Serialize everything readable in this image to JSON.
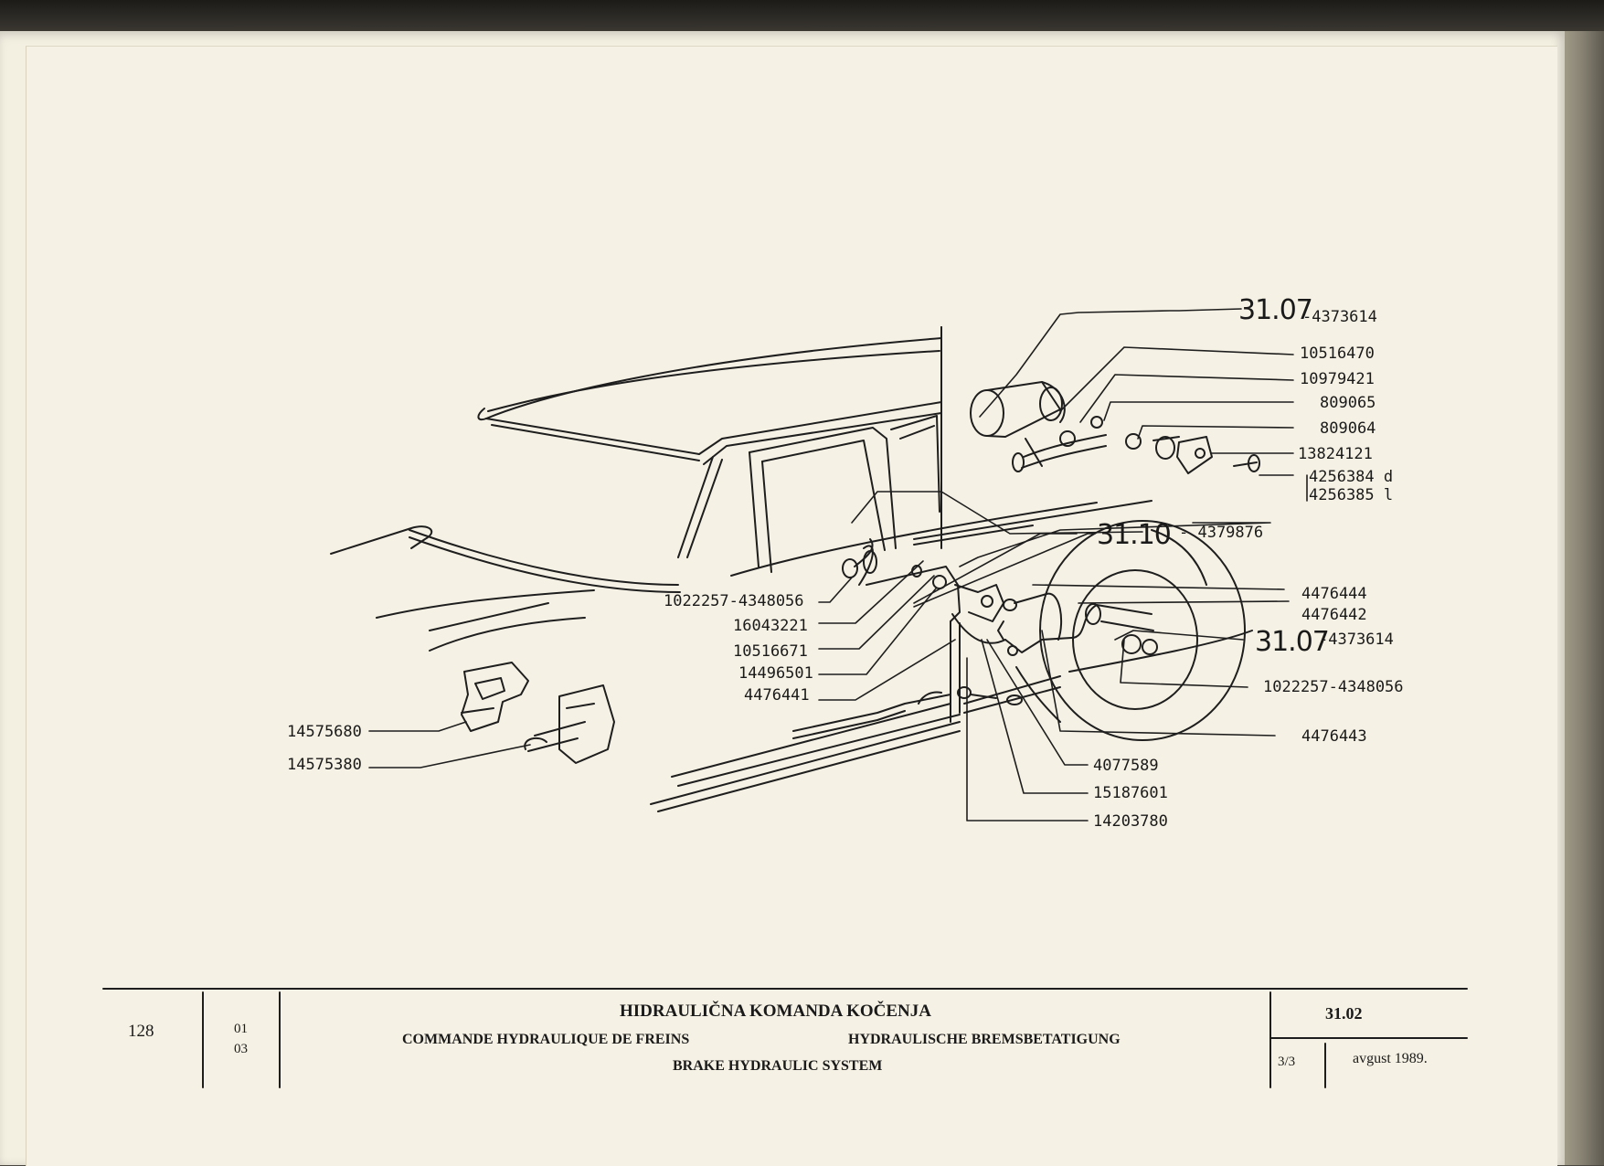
{
  "callouts": {
    "ref_top": "31.07",
    "ref_top_part": "-4373614",
    "p_10516470": "10516470",
    "p_10979421": "10979421",
    "p_809065": "809065",
    "p_809064": "809064",
    "p_13824121": "13824121",
    "p_4256384": "4256384 d",
    "p_4256385": "4256385 l",
    "ref_mid": "31.10",
    "ref_mid_part": "- 4379876",
    "p_1022257_left": "1022257-4348056",
    "p_16043221": "16043221",
    "p_10516671": "10516671",
    "p_14496501": "14496501",
    "p_4476441": "4476441",
    "p_14575680": "14575680",
    "p_14575380": "14575380",
    "p_4476444": "4476444",
    "p_4476442": "4476442",
    "ref_right": "31.07",
    "ref_right_part": "-4373614",
    "p_1022257_right": "1022257-4348056",
    "p_4476443": "4476443",
    "p_4077589": "4077589",
    "p_15187601": "15187601",
    "p_14203780": "14203780"
  },
  "footer": {
    "page_number": "128",
    "code_top": "01",
    "code_bottom": "03",
    "title_sl": "HIDRAULIČNA KOMANDA KOČENJA",
    "title_fr": "COMMANDE HYDRAULIQUE DE FREINS",
    "title_de": "HYDRAULISCHE BREMSBETATIGUNG",
    "title_en": "BRAKE HYDRAULIC SYSTEM",
    "section": "31.02",
    "sheet": "3/3",
    "date": "avgust 1989."
  }
}
